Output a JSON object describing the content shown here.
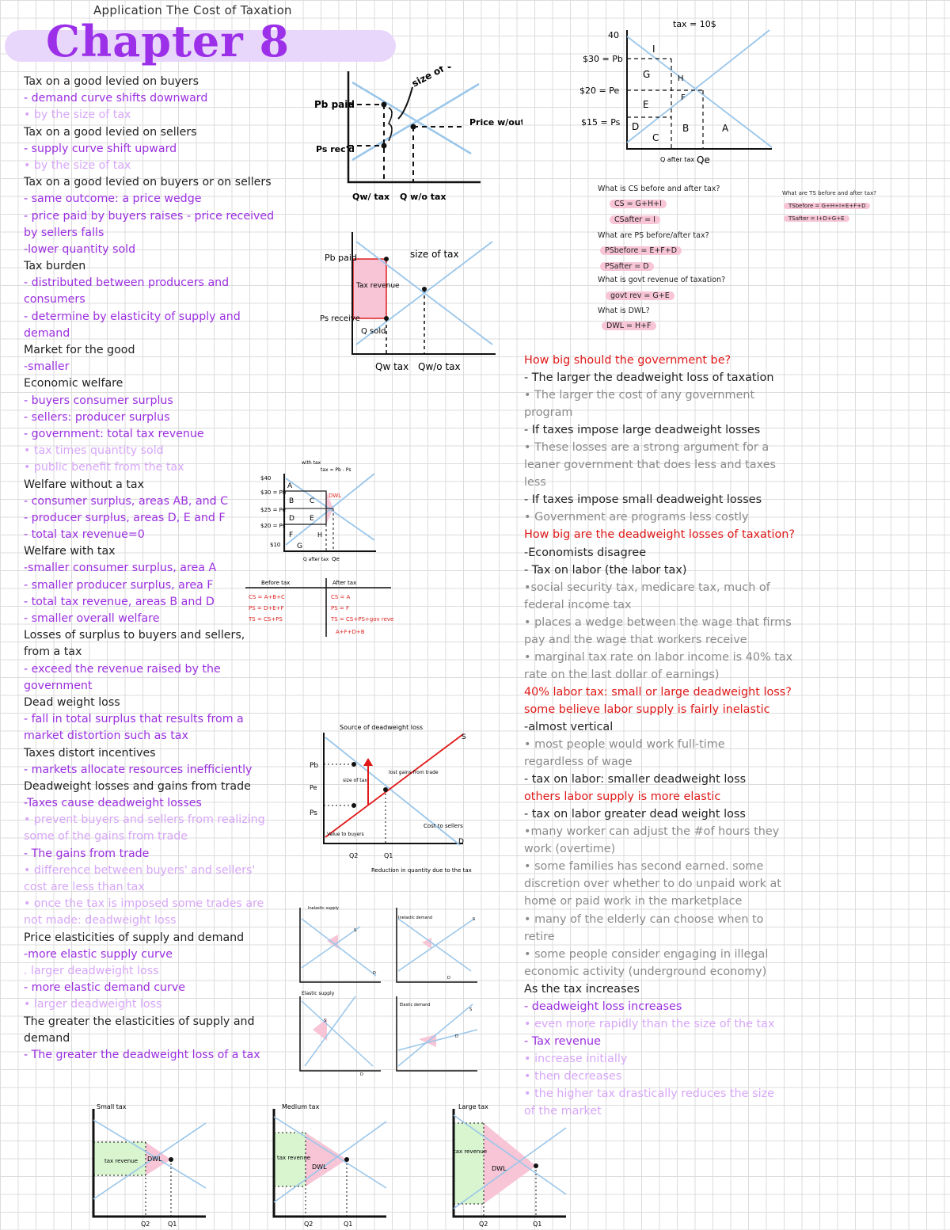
{
  "header": {
    "subtitle": "Application The Cost of Taxation",
    "title": "Chapter 8"
  },
  "left_notes": [
    {
      "t": "Tax on a good levied on buyers",
      "c": "black"
    },
    {
      "t": "- demand curve shifts downward",
      "c": "purple"
    },
    {
      "t": "• by the size of tax",
      "c": "light"
    },
    {
      "t": "Tax on a good levied on sellers",
      "c": "black"
    },
    {
      "t": "- supply curve shift upward",
      "c": "purple"
    },
    {
      "t": "• by the size of tax",
      "c": "light"
    },
    {
      "t": "Tax on a good levied on buyers or on sellers",
      "c": "black"
    },
    {
      "t": "- same outcome: a price wedge",
      "c": "purple"
    },
    {
      "t": "- price paid by buyers raises - price received",
      "c": "purple"
    },
    {
      "t": "by sellers falls",
      "c": "purple"
    },
    {
      "t": "-lower quantity sold",
      "c": "purple"
    },
    {
      "t": "Tax burden",
      "c": "black"
    },
    {
      "t": "- distributed between producers and",
      "c": "purple"
    },
    {
      "t": "consumers",
      "c": "purple"
    },
    {
      "t": "- determine by elasticity of supply and",
      "c": "purple"
    },
    {
      "t": "demand",
      "c": "purple"
    },
    {
      "t": "Market for the good",
      "c": "black"
    },
    {
      "t": "-smaller",
      "c": "purple"
    },
    {
      "t": "Economic welfare",
      "c": "black"
    },
    {
      "t": "- buyers consumer surplus",
      "c": "purple"
    },
    {
      "t": "- sellers: producer surplus",
      "c": "purple"
    },
    {
      "t": "- government: total tax revenue",
      "c": "purple"
    },
    {
      "t": "• tax times quantity sold",
      "c": "light"
    },
    {
      "t": "• public benefit from the tax",
      "c": "light"
    },
    {
      "t": "Welfare without a tax",
      "c": "black"
    },
    {
      "t": "- consumer surplus, areas AB, and C",
      "c": "purple"
    },
    {
      "t": "- producer surplus, areas D, E and F",
      "c": "purple"
    },
    {
      "t": "- total tax revenue=0",
      "c": "purple"
    },
    {
      "t": "Welfare with tax",
      "c": "black"
    },
    {
      "t": "-smaller consumer surplus, area A",
      "c": "purple"
    },
    {
      "t": "- smaller producer surplus, area F",
      "c": "purple"
    },
    {
      "t": "- total tax revenue, areas B and D",
      "c": "purple"
    },
    {
      "t": "- smaller overall welfare",
      "c": "purple"
    },
    {
      "t": "Losses of surplus to buyers and sellers,",
      "c": "black"
    },
    {
      "t": "from a tax",
      "c": "black"
    },
    {
      "t": "- exceed the revenue raised by the",
      "c": "purple"
    },
    {
      "t": "government",
      "c": "purple"
    },
    {
      "t": "Dead weight loss",
      "c": "black"
    },
    {
      "t": "- fall in total surplus that results from a",
      "c": "purple"
    },
    {
      "t": "market distortion such as tax",
      "c": "purple"
    },
    {
      "t": "Taxes distort incentives",
      "c": "black"
    },
    {
      "t": "- markets allocate resources inefficiently",
      "c": "purple"
    },
    {
      "t": "Deadweight losses and gains from trade",
      "c": "black"
    },
    {
      "t": "-Taxes cause deadweight losses",
      "c": "purple"
    },
    {
      "t": "• prevent buyers and sellers from realizing",
      "c": "light"
    },
    {
      "t": "some of the gains from trade",
      "c": "light"
    },
    {
      "t": "- The gains from trade",
      "c": "purple"
    },
    {
      "t": "• difference between buyers' and sellers'",
      "c": "light"
    },
    {
      "t": "cost are less than tax",
      "c": "light"
    },
    {
      "t": "• once the tax is imposed some trades are",
      "c": "light"
    },
    {
      "t": "not made: deadweight loss",
      "c": "light"
    },
    {
      "t": "Price elasticities of supply and demand",
      "c": "black"
    },
    {
      "t": "-more elastic supply curve",
      "c": "purple"
    },
    {
      "t": ". larger deadweight loss",
      "c": "light"
    },
    {
      "t": "- more elastic demand curve",
      "c": "purple"
    },
    {
      "t": "• larger deadweight loss",
      "c": "light"
    },
    {
      "t": "The greater the elasticities of supply and",
      "c": "black"
    },
    {
      "t": "demand",
      "c": "black"
    },
    {
      "t": "- The greater the deadweight loss of a tax",
      "c": "purple"
    }
  ],
  "right_notes": [
    {
      "t": "How big should the government be?",
      "c": "red"
    },
    {
      "t": "- The larger the deadweight loss of taxation",
      "c": "black"
    },
    {
      "t": "• The larger the cost of any government",
      "c": "gray"
    },
    {
      "t": "program",
      "c": "gray"
    },
    {
      "t": "- If taxes impose large deadweight losses",
      "c": "black"
    },
    {
      "t": "• These losses are a strong argument for a",
      "c": "gray"
    },
    {
      "t": "leaner government that does less and taxes",
      "c": "gray"
    },
    {
      "t": "less",
      "c": "gray"
    },
    {
      "t": "- If taxes impose small deadweight losses",
      "c": "black"
    },
    {
      "t": "• Government are programs less costly",
      "c": "gray"
    },
    {
      "t": "How big are the deadweight losses of taxation?",
      "c": "red"
    },
    {
      "t": "-Economists disagree",
      "c": "black"
    },
    {
      "t": "- Tax on labor (the labor tax)",
      "c": "black"
    },
    {
      "t": "•social security tax, medicare tax, much of",
      "c": "gray"
    },
    {
      "t": "federal income tax",
      "c": "gray"
    },
    {
      "t": "• places a wedge between the wage that firms",
      "c": "gray"
    },
    {
      "t": "pay and the wage that workers receive",
      "c": "gray"
    },
    {
      "t": "• marginal tax rate on labor income is 40% tax",
      "c": "gray"
    },
    {
      "t": "rate on the last dollar of earnings)",
      "c": "gray"
    },
    {
      "t": "40% labor tax: small or large deadweight loss?",
      "c": "red"
    },
    {
      "t": "some believe labor supply is fairly inelastic",
      "c": "red"
    },
    {
      "t": "-almost vertical",
      "c": "black"
    },
    {
      "t": "• most people would work full-time",
      "c": "gray"
    },
    {
      "t": "regardless of wage",
      "c": "gray"
    },
    {
      "t": "- tax on labor: smaller deadweight loss",
      "c": "black"
    },
    {
      "t": "others labor supply is more elastic",
      "c": "red"
    },
    {
      "t": "- tax on labor greater dead weight loss",
      "c": "black"
    },
    {
      "t": "•many worker can adjust the #of hours they",
      "c": "gray"
    },
    {
      "t": "work (overtime)",
      "c": "gray"
    },
    {
      "t": "• some families has second earned. some",
      "c": "gray"
    },
    {
      "t": "discretion over whether to do unpaid work at",
      "c": "gray"
    },
    {
      "t": "home or paid work in the marketplace",
      "c": "gray"
    },
    {
      "t": "• many of the elderly can choose when to",
      "c": "gray"
    },
    {
      "t": "retire",
      "c": "gray"
    },
    {
      "t": "• some people consider engaging in illegal",
      "c": "gray"
    },
    {
      "t": "economic activity (underground economy)",
      "c": "gray"
    },
    {
      "t": "As the tax increases",
      "c": "black"
    },
    {
      "t": "- deadweight loss increases",
      "c": "purple"
    },
    {
      "t": "• even more rapidly than the size of the tax",
      "c": "light"
    },
    {
      "t": "- Tax revenue",
      "c": "purple"
    },
    {
      "t": "• increase initially",
      "c": "light"
    },
    {
      "t": "• then decreases",
      "c": "light"
    },
    {
      "t": "• the higher tax drastically reduces the size",
      "c": "light"
    },
    {
      "t": "of the market",
      "c": "light"
    }
  ],
  "qa_box": {
    "q1": "What is CS before and after tax?",
    "a1a": "CS = G+H+I",
    "a1b": "CSafter = I",
    "q2": "What are PS before/after tax?",
    "a2a": "PSbefore = E+F+D",
    "a2b": "PSafter = D",
    "q3": "What is govt revenue of taxation?",
    "a3": "govt rev = G+E",
    "q4": "What is DWL?",
    "a4": "DWL = H+F",
    "q5": "What are TS before and after tax?",
    "a5a": "TSbefore = G+H+I+E+F+D",
    "a5b": "TSafter = I+D+G+E"
  },
  "fig1": {
    "pb": "Pb paid",
    "ps": "Ps rec'd",
    "size": "size of tax",
    "price": "Price w/out tax",
    "qw": "Qw/ tax",
    "qwo": "Q w/o tax"
  },
  "fig2": {
    "pb": "Pb paid",
    "ps": "Ps receive",
    "rev": "Tax revenue",
    "sold": "Q sold",
    "size": "size of tax",
    "qw": "Qw tax",
    "qwo": "Qw/o tax"
  },
  "fig3": {
    "title": "with tax",
    "note": "tax = Pb - Ps",
    "p40": "$40",
    "p30": "$30 = Pb",
    "p25": "$25 = Pe",
    "p20": "$20 = Ps",
    "p10": "$10",
    "A": "A",
    "B": "B",
    "C": "C",
    "D": "D",
    "E": "E",
    "F": "F",
    "G": "G",
    "H": "H",
    "dwl": "DWL",
    "qt": "Q after tax",
    "qe": "Qe"
  },
  "fig4": {
    "title": "tax = 10$",
    "p40": "40",
    "pb": "$30 = Pb",
    "pe": "$20 = Pe",
    "ps": "$15 = Ps",
    "I": "I",
    "G": "G",
    "H": "H",
    "E": "E",
    "F": "F",
    "D": "D",
    "C": "C",
    "B": "B",
    "A": "A",
    "qt": "Q after tax",
    "qe": "Qe"
  },
  "welfare_table": {
    "h_before": "Before tax",
    "h_after": "After tax",
    "before": [
      "CS = A+B+C",
      "PS = D+E+F",
      "TS = CS+PS"
    ],
    "after": [
      "CS = A",
      "PS = F",
      "TS = CS+PS+gov revenue?"
    ],
    "after_extra": "A+F+D+B"
  },
  "fig5": {
    "title": "Source of deadweight loss",
    "pb": "Pb",
    "pe": "Pe",
    "ps": "Ps",
    "size": "size of tax",
    "val": "Value to buyers",
    "cost": "Cost to sellers",
    "lost": "lost gains from trade",
    "q2": "Q2",
    "q1": "Q1",
    "red": "Reduction in quantity due to the tax",
    "s": "S",
    "d": "D"
  },
  "mini": [
    {
      "title": "Inelastic supply",
      "s": "S",
      "d": "D"
    },
    {
      "title": "Inelastic demand",
      "s": "S",
      "d": "D"
    },
    {
      "title": "Elastic supply",
      "s": "S",
      "d": "D"
    },
    {
      "title": "Elastic demand",
      "s": "S",
      "d": "D"
    }
  ],
  "bottom_charts": [
    {
      "title": "Small tax",
      "rev": "tax revenue",
      "dwl": "DWL",
      "q2": "Q2",
      "q1": "Q1"
    },
    {
      "title": "Medium tax",
      "rev": "tax revenue",
      "dwl": "DWL",
      "q2": "Q2",
      "q1": "Q1"
    },
    {
      "title": "Large tax",
      "rev": "tax revenue",
      "dwl": "DWL",
      "q2": "Q2",
      "q1": "Q1"
    }
  ],
  "colors": {
    "purple": "#9b2fe0",
    "light": "#d7a6f7",
    "red": "#e01818",
    "pink": "#f7c5d6",
    "blue": "#9ac6ea",
    "green": "#d8f5d0"
  }
}
